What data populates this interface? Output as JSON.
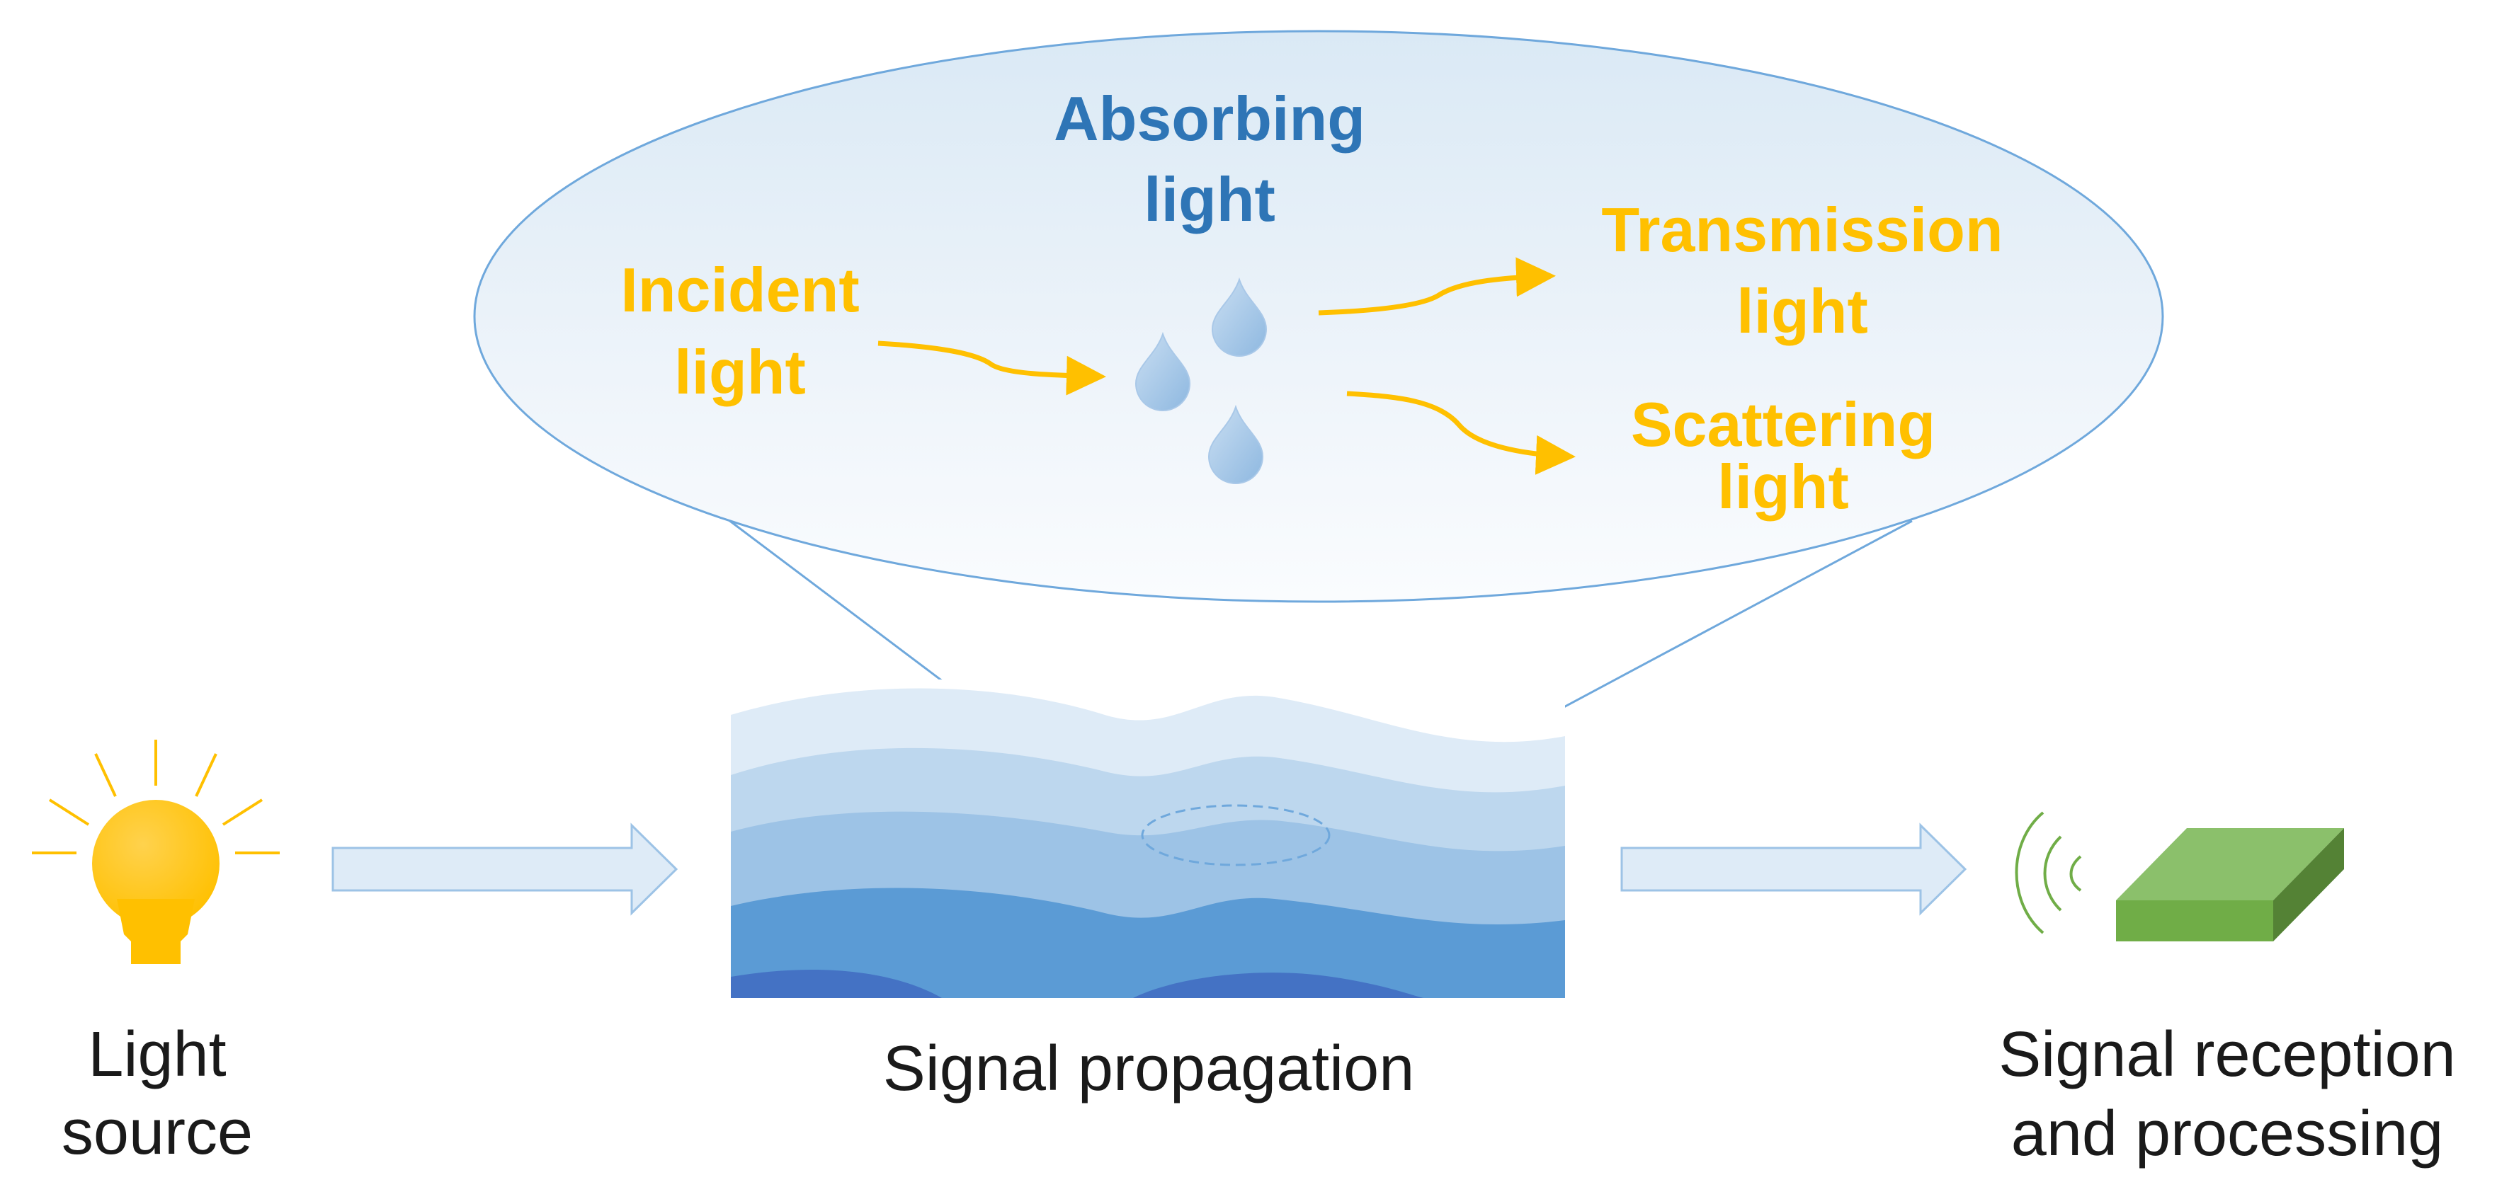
{
  "colors": {
    "accent_yellow": "#FFC000",
    "title_blue": "#2E75B6",
    "water_light": "#DEEBF7",
    "water_mid": "#9DC3E6",
    "water_deep": "#5B9BD5",
    "water_deepest": "#4472C4",
    "outline_blue": "#6FA8DC",
    "receiver_green": "#70AD47",
    "text_dark": "#1a1a1a"
  },
  "labels": {
    "absorbing_line1": "Absorbing",
    "absorbing_line2": "light",
    "incident_line1": "Incident",
    "incident_line2": "light",
    "transmission_line1": "Transmission",
    "transmission_line2": "light",
    "scattering_line1": "Scattering",
    "scattering_line2": "light",
    "light_source_line1": "Light",
    "light_source_line2": "source",
    "signal_propagation": "Signal propagation",
    "signal_reception_line1": "Signal reception",
    "signal_reception_line2": "and processing"
  },
  "icons": {
    "source": "light-bulb-icon",
    "droplets": "water-droplet-icon",
    "receiver": "receiver-block-icon",
    "signal": "signal-waves-icon"
  }
}
